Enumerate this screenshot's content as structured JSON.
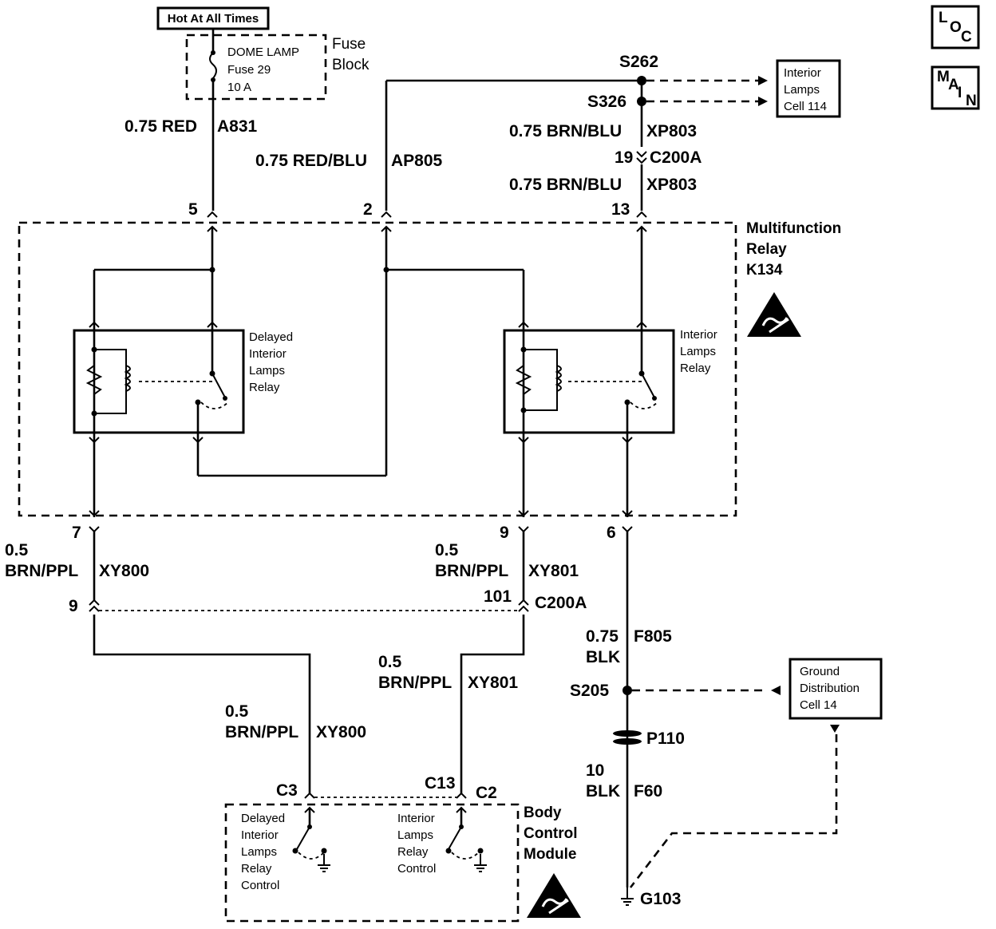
{
  "top": {
    "hot_at_all_times": "Hot At All Times",
    "fuse_block": [
      "Fuse",
      "Block"
    ],
    "dome_lamp_fuse": [
      "DOME LAMP",
      "Fuse 29",
      "10 A"
    ],
    "loc_icon": [
      "L",
      "O",
      "C"
    ],
    "main_icon": [
      "M",
      "A",
      "I",
      "N"
    ]
  },
  "splices": {
    "s262": "S262",
    "s326": "S326",
    "s205": "S205",
    "p110": "P110",
    "g103": "G103"
  },
  "refs": {
    "interior_lamps": [
      "Interior",
      "Lamps",
      "Cell 114"
    ],
    "ground_distribution": [
      "Ground",
      "Distribution",
      "Cell 14"
    ]
  },
  "wires": {
    "a831": [
      "0.75 RED",
      "A831"
    ],
    "ap805": [
      "0.75 RED/BLU",
      "AP805"
    ],
    "xp803_upper": [
      "0.75 BRN/BLU",
      "XP803"
    ],
    "xp803_lower": [
      "0.75 BRN/BLU",
      "XP803"
    ],
    "xy800_left": [
      "0.5",
      "BRN/PPL",
      "XY800"
    ],
    "xy801_upper": [
      "0.5",
      "BRN/PPL",
      "XY801"
    ],
    "xy801_lower": [
      "0.5",
      "BRN/PPL",
      "XY801"
    ],
    "xy800_lower": [
      "0.5",
      "BRN/PPL",
      "XY800"
    ],
    "f805": [
      "0.75",
      "BLK",
      "F805"
    ],
    "f60": [
      "10",
      "BLK",
      "F60"
    ]
  },
  "connectors": {
    "c200a_top_pin": "19",
    "c200a_top": "C200A",
    "c200a_mid_left_pin": "9",
    "c200a_mid_pin": "101",
    "c200a_mid": "C200A",
    "relay_pin_5": "5",
    "relay_pin_2": "2",
    "relay_pin_13": "13",
    "relay_pin_7": "7",
    "relay_pin_9": "9",
    "relay_pin_6": "6",
    "bcm_c3": "C3",
    "bcm_c13": "C13",
    "bcm_c2": "C2"
  },
  "components": {
    "multifunction_relay": [
      "Multifunction",
      "Relay",
      "K134"
    ],
    "delayed_relay": [
      "Delayed",
      "Interior",
      "Lamps",
      "Relay"
    ],
    "interior_relay": [
      "Interior",
      "Lamps",
      "Relay"
    ],
    "bcm": [
      "Body",
      "Control",
      "Module"
    ],
    "bcm_delayed_control": [
      "Delayed",
      "Interior",
      "Lamps",
      "Relay",
      "Control"
    ],
    "bcm_interior_control": [
      "Interior",
      "Lamps",
      "Relay",
      "Control"
    ]
  }
}
